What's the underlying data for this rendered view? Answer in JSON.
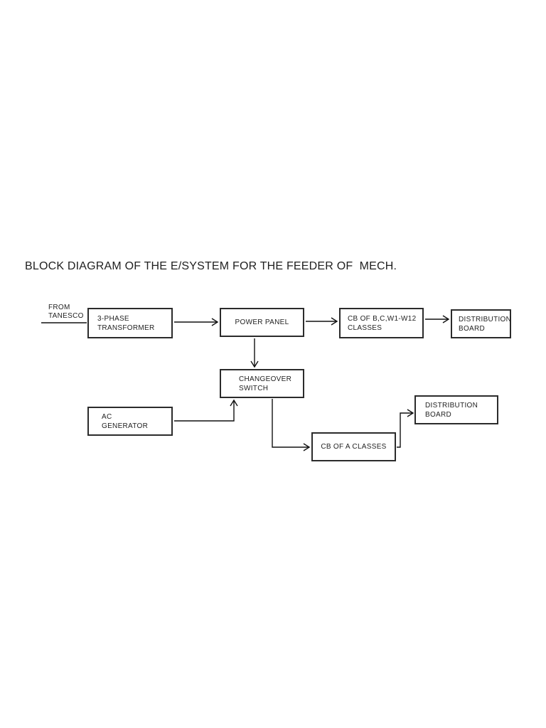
{
  "page": {
    "title": "BLOCK DIAGRAM OF THE E/SYSTEM FOR THE FEEDER OF  MECH.",
    "background_color": "#ffffff",
    "ink_color": "#1f1f1f"
  },
  "diagram": {
    "source_label": "FROM\nTANESCO",
    "nodes": [
      {
        "id": "three-phase-transformer",
        "label": "3-PHASE\nTRANSFORMER"
      },
      {
        "id": "power-panel",
        "label": "POWER PANEL"
      },
      {
        "id": "cb-of-bc-w1-w12-classes",
        "label": "CB OF B,C,W1-W12\nCLASSES"
      },
      {
        "id": "distribution-board-top",
        "label": "DISTRIBUTION\nBOARD"
      },
      {
        "id": "changeover-switch",
        "label": "CHANGEOVER\nSWITCH"
      },
      {
        "id": "ac-generator",
        "label": "AC\nGENERATOR"
      },
      {
        "id": "cb-of-a-classes",
        "label": "CB OF A CLASSES"
      },
      {
        "id": "distribution-board-bottom",
        "label": "DISTRIBUTION\nBOARD"
      }
    ],
    "connections": [
      {
        "from": "tanesco-supply",
        "to": "three-phase-transformer",
        "arrow": false
      },
      {
        "from": "three-phase-transformer",
        "to": "power-panel",
        "arrow": true
      },
      {
        "from": "power-panel",
        "to": "cb-of-bc-w1-w12-classes",
        "arrow": true
      },
      {
        "from": "cb-of-bc-w1-w12-classes",
        "to": "distribution-board-top",
        "arrow": true
      },
      {
        "from": "power-panel",
        "to": "changeover-switch",
        "arrow": true
      },
      {
        "from": "ac-generator",
        "to": "changeover-switch",
        "arrow": true
      },
      {
        "from": "changeover-switch",
        "to": "cb-of-a-classes",
        "arrow": true
      },
      {
        "from": "cb-of-a-classes",
        "to": "distribution-board-bottom",
        "arrow": true
      }
    ]
  }
}
